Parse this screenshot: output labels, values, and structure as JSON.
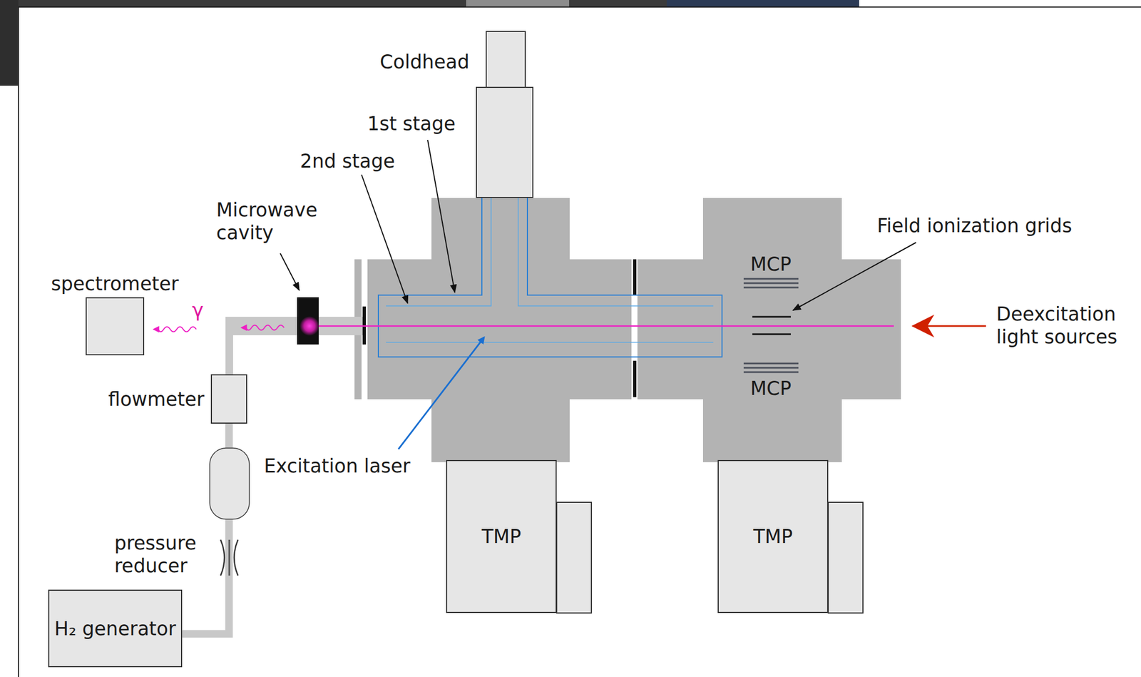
{
  "diagram": {
    "nodes": [
      {
        "text": [
          "spectrometer"
        ]
      },
      {
        "text": [
          "flowmeter"
        ]
      },
      {
        "text": [
          "TMP"
        ]
      },
      {
        "text": [
          "TMP"
        ]
      },
      {
        "text": [
          "H₂ generator"
        ]
      }
    ],
    "edges": [
      {
        "from": 4,
        "to": 1,
        "arrow": "none"
      }
    ],
    "labels": [
      "Coldhead",
      "1st stage",
      "2nd stage",
      "Microwave cavity",
      "γ",
      "pressure reducer",
      "Excitation laser",
      "MCP",
      "MCP",
      "Field ionization grids",
      "Deexcitation light sources"
    ]
  }
}
